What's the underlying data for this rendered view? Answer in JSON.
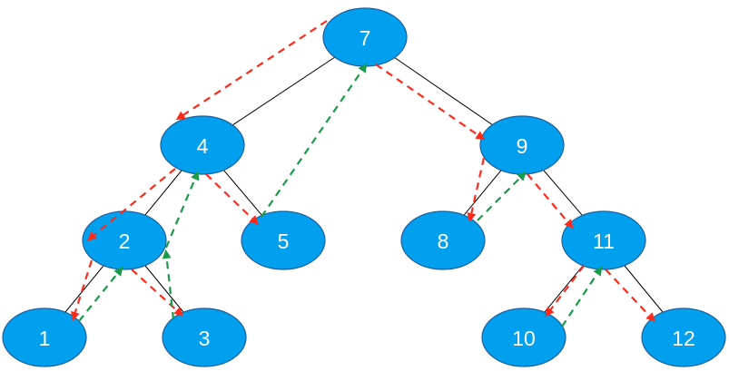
{
  "colors": {
    "node_fill": "#00a0ef",
    "node_stroke": "#1f5f9a",
    "node_text": "#ffffff",
    "edge": "#000000",
    "descend_arrow": "#ff2a1a",
    "ascend_arrow": "#1a9a4a"
  },
  "nodes": [
    {
      "id": "n7",
      "label": "7"
    },
    {
      "id": "n4",
      "label": "4"
    },
    {
      "id": "n9",
      "label": "9"
    },
    {
      "id": "n2",
      "label": "2"
    },
    {
      "id": "n5",
      "label": "5"
    },
    {
      "id": "n8",
      "label": "8"
    },
    {
      "id": "n11",
      "label": "11"
    },
    {
      "id": "n1",
      "label": "1"
    },
    {
      "id": "n3",
      "label": "3"
    },
    {
      "id": "n10",
      "label": "10"
    },
    {
      "id": "n12",
      "label": "12"
    }
  ],
  "edges": [
    {
      "from": "n7",
      "to": "n4"
    },
    {
      "from": "n7",
      "to": "n9"
    },
    {
      "from": "n4",
      "to": "n2"
    },
    {
      "from": "n4",
      "to": "n5"
    },
    {
      "from": "n9",
      "to": "n8"
    },
    {
      "from": "n9",
      "to": "n11"
    },
    {
      "from": "n2",
      "to": "n1"
    },
    {
      "from": "n2",
      "to": "n3"
    },
    {
      "from": "n11",
      "to": "n10"
    },
    {
      "from": "n11",
      "to": "n12"
    }
  ],
  "arrows": [
    {
      "from": "n7",
      "to": "n4",
      "kind": "descend"
    },
    {
      "from": "n4",
      "to": "n2",
      "kind": "descend"
    },
    {
      "from": "n2",
      "to": "n1",
      "kind": "descend"
    },
    {
      "from": "n1",
      "to": "n2",
      "kind": "ascend"
    },
    {
      "from": "n2",
      "to": "n3",
      "kind": "descend"
    },
    {
      "from": "n3",
      "to": "n2",
      "kind": "ascend"
    },
    {
      "from": "n2",
      "to": "n4",
      "kind": "ascend"
    },
    {
      "from": "n4",
      "to": "n5",
      "kind": "descend"
    },
    {
      "from": "n5",
      "to": "n7",
      "kind": "ascend"
    },
    {
      "from": "n7",
      "to": "n9",
      "kind": "descend"
    },
    {
      "from": "n9",
      "to": "n8",
      "kind": "descend"
    },
    {
      "from": "n8",
      "to": "n9",
      "kind": "ascend"
    },
    {
      "from": "n9",
      "to": "n11",
      "kind": "descend"
    },
    {
      "from": "n11",
      "to": "n10",
      "kind": "descend"
    },
    {
      "from": "n10",
      "to": "n11",
      "kind": "ascend"
    },
    {
      "from": "n11",
      "to": "n12",
      "kind": "descend"
    }
  ]
}
